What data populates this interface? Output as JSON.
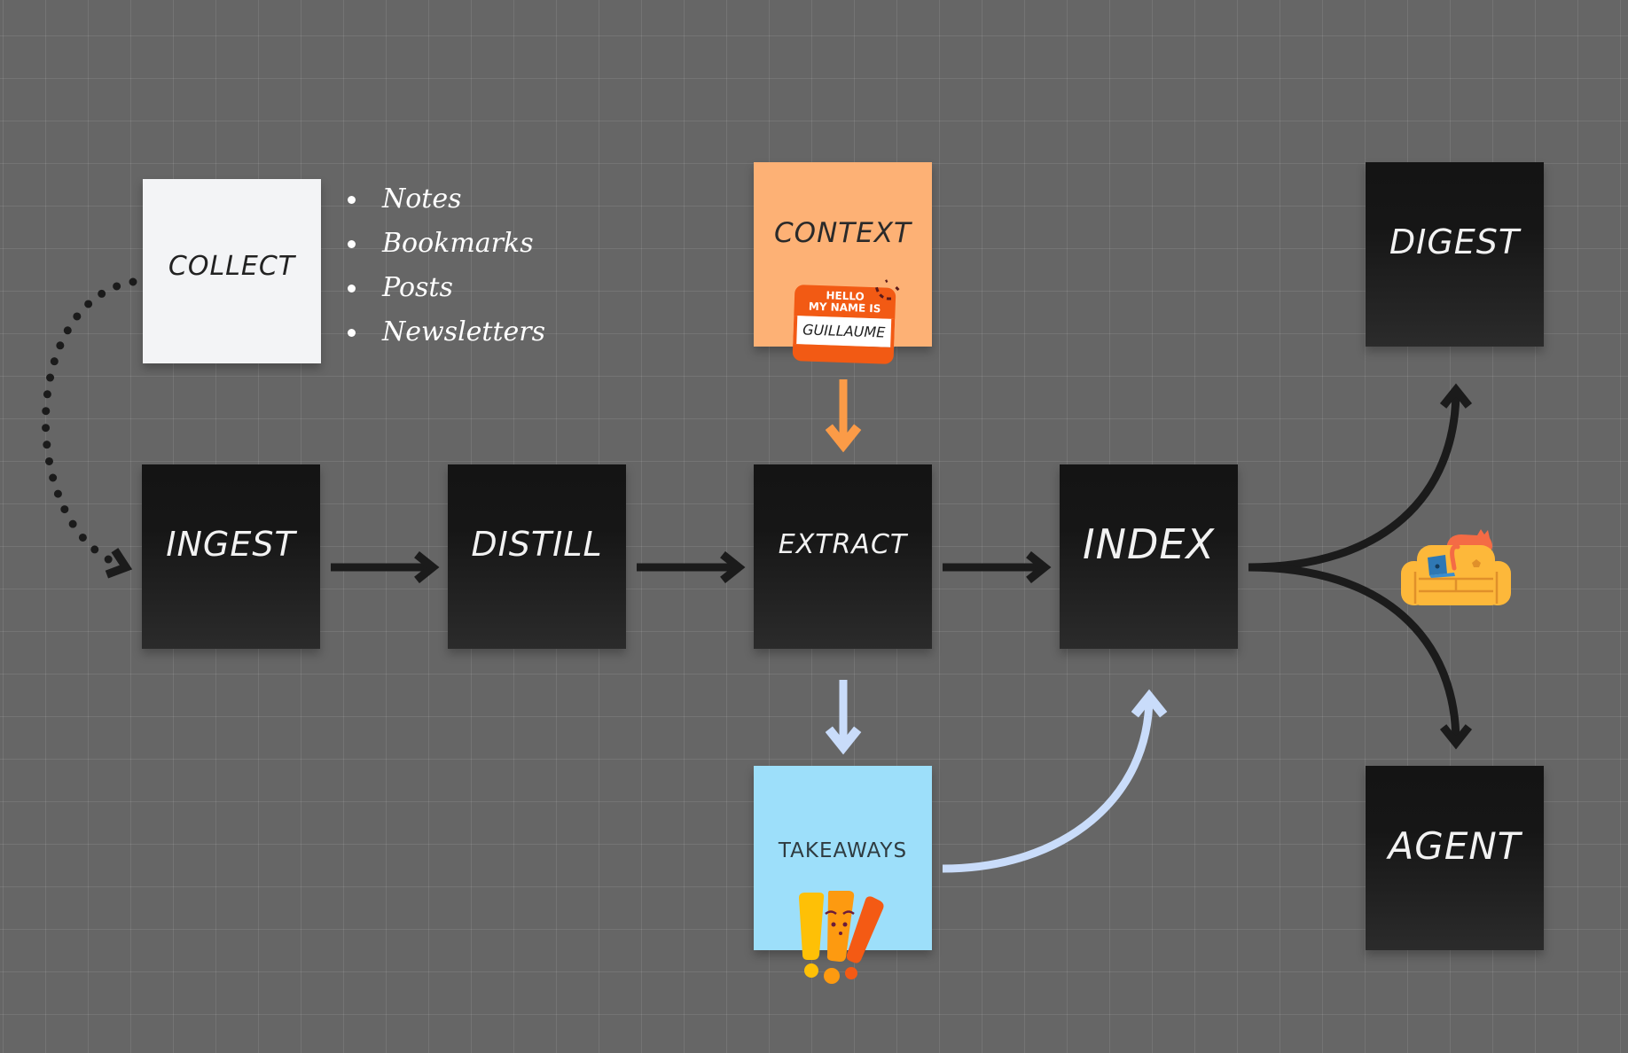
{
  "diagram": {
    "nodes": {
      "collect": "COLLECT",
      "ingest": "INGEST",
      "distill": "DISTILL",
      "extract": "EXTRACT",
      "index": "INDEX",
      "context": "CONTEXT",
      "takeaways": "TAKEAWAYS",
      "digest": "DIGEST",
      "agent": "AGENT"
    },
    "sources": [
      "Notes",
      "Bookmarks",
      "Posts",
      "Newsletters"
    ],
    "name_tag": {
      "hello": "HELLO",
      "my_name_is": "MY NAME IS",
      "name": "GUILLAUME"
    },
    "stickers": [
      "name-tag-sticker",
      "exclamation-marks-sticker",
      "couch-with-cat-and-laptop-sticker"
    ],
    "edges": [
      {
        "from": "collect",
        "to": "ingest",
        "style": "dotted"
      },
      {
        "from": "ingest",
        "to": "distill",
        "style": "solid"
      },
      {
        "from": "distill",
        "to": "extract",
        "style": "solid"
      },
      {
        "from": "context",
        "to": "extract",
        "style": "solid",
        "color": "#fb9b47"
      },
      {
        "from": "extract",
        "to": "takeaways",
        "style": "solid",
        "color": "#c9dcfa"
      },
      {
        "from": "takeaways",
        "to": "index",
        "style": "curved",
        "color": "#c9dcfa"
      },
      {
        "from": "extract",
        "to": "index",
        "style": "solid"
      },
      {
        "from": "index",
        "to": "digest",
        "style": "curved"
      },
      {
        "from": "index",
        "to": "agent",
        "style": "curved"
      }
    ],
    "colors": {
      "canvas": "#666666",
      "dark_node": "#161616",
      "collect_note": "#f3f4f6",
      "context_note": "#fdb175",
      "takeaways_note": "#9ddffa",
      "arrow_dark": "#1b1b1b",
      "arrow_orange": "#fb9b47",
      "arrow_blue": "#c9dcfa"
    }
  }
}
